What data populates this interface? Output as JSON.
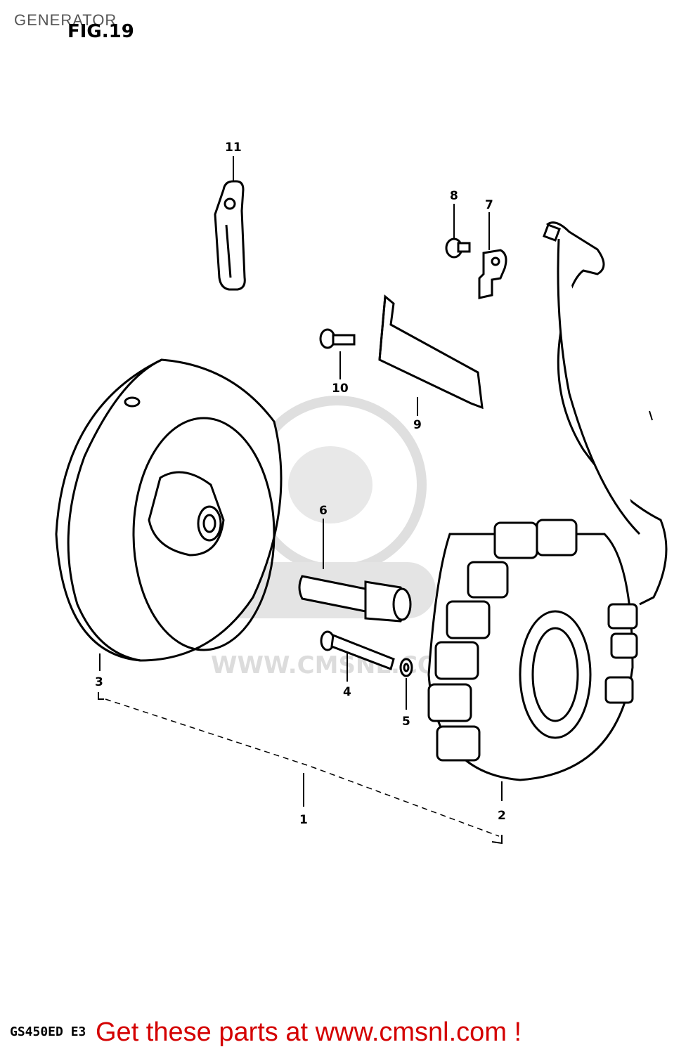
{
  "header": {
    "title": "GENERATOR",
    "figure": "FIG.19"
  },
  "watermark": {
    "text": "WWW.CMSNL.COM"
  },
  "callouts": [
    {
      "id": "11",
      "label": "11"
    },
    {
      "id": "8",
      "label": "8"
    },
    {
      "id": "7",
      "label": "7"
    },
    {
      "id": "10",
      "label": "10"
    },
    {
      "id": "9",
      "label": "9"
    },
    {
      "id": "6",
      "label": "6"
    },
    {
      "id": "3",
      "label": "3"
    },
    {
      "id": "4",
      "label": "4"
    },
    {
      "id": "5",
      "label": "5"
    },
    {
      "id": "2",
      "label": "2"
    },
    {
      "id": "1",
      "label": "1"
    }
  ],
  "footer": {
    "model_code": "GS450ED E3",
    "promo_text": "Get these parts at www.cmsnl.com !"
  },
  "colors": {
    "line": "#000000",
    "watermark": "#d9d9d9",
    "promo": "#d40000"
  }
}
